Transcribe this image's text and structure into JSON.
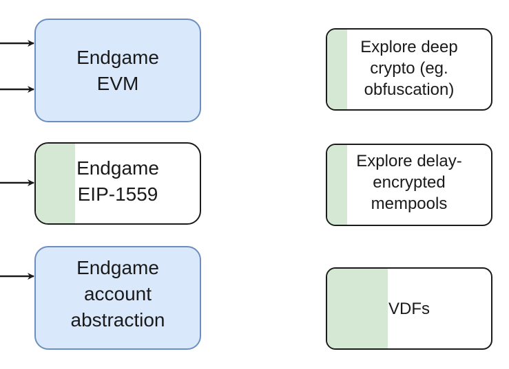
{
  "nodes": {
    "evm": {
      "label": "Endgame\nEVM"
    },
    "eip1559": {
      "label": "Endgame\nEIP-1559",
      "progress": 0.24
    },
    "account_abstraction": {
      "label": "Endgame\naccount\nabstraction"
    },
    "deep_crypto": {
      "label": "Explore deep\ncrypto (eg.\nobfuscation)",
      "progress": 0.12
    },
    "delay_mempools": {
      "label": "Explore delay-\nencrypted\nmempools",
      "progress": 0.12
    },
    "vdfs": {
      "label": "VDFs",
      "progress": 0.37
    }
  },
  "colors": {
    "blue_fill": "#dae8fc",
    "blue_border": "#6c8ebf",
    "progress_fill": "#d5e8d4",
    "outline": "#1a1a1a"
  }
}
